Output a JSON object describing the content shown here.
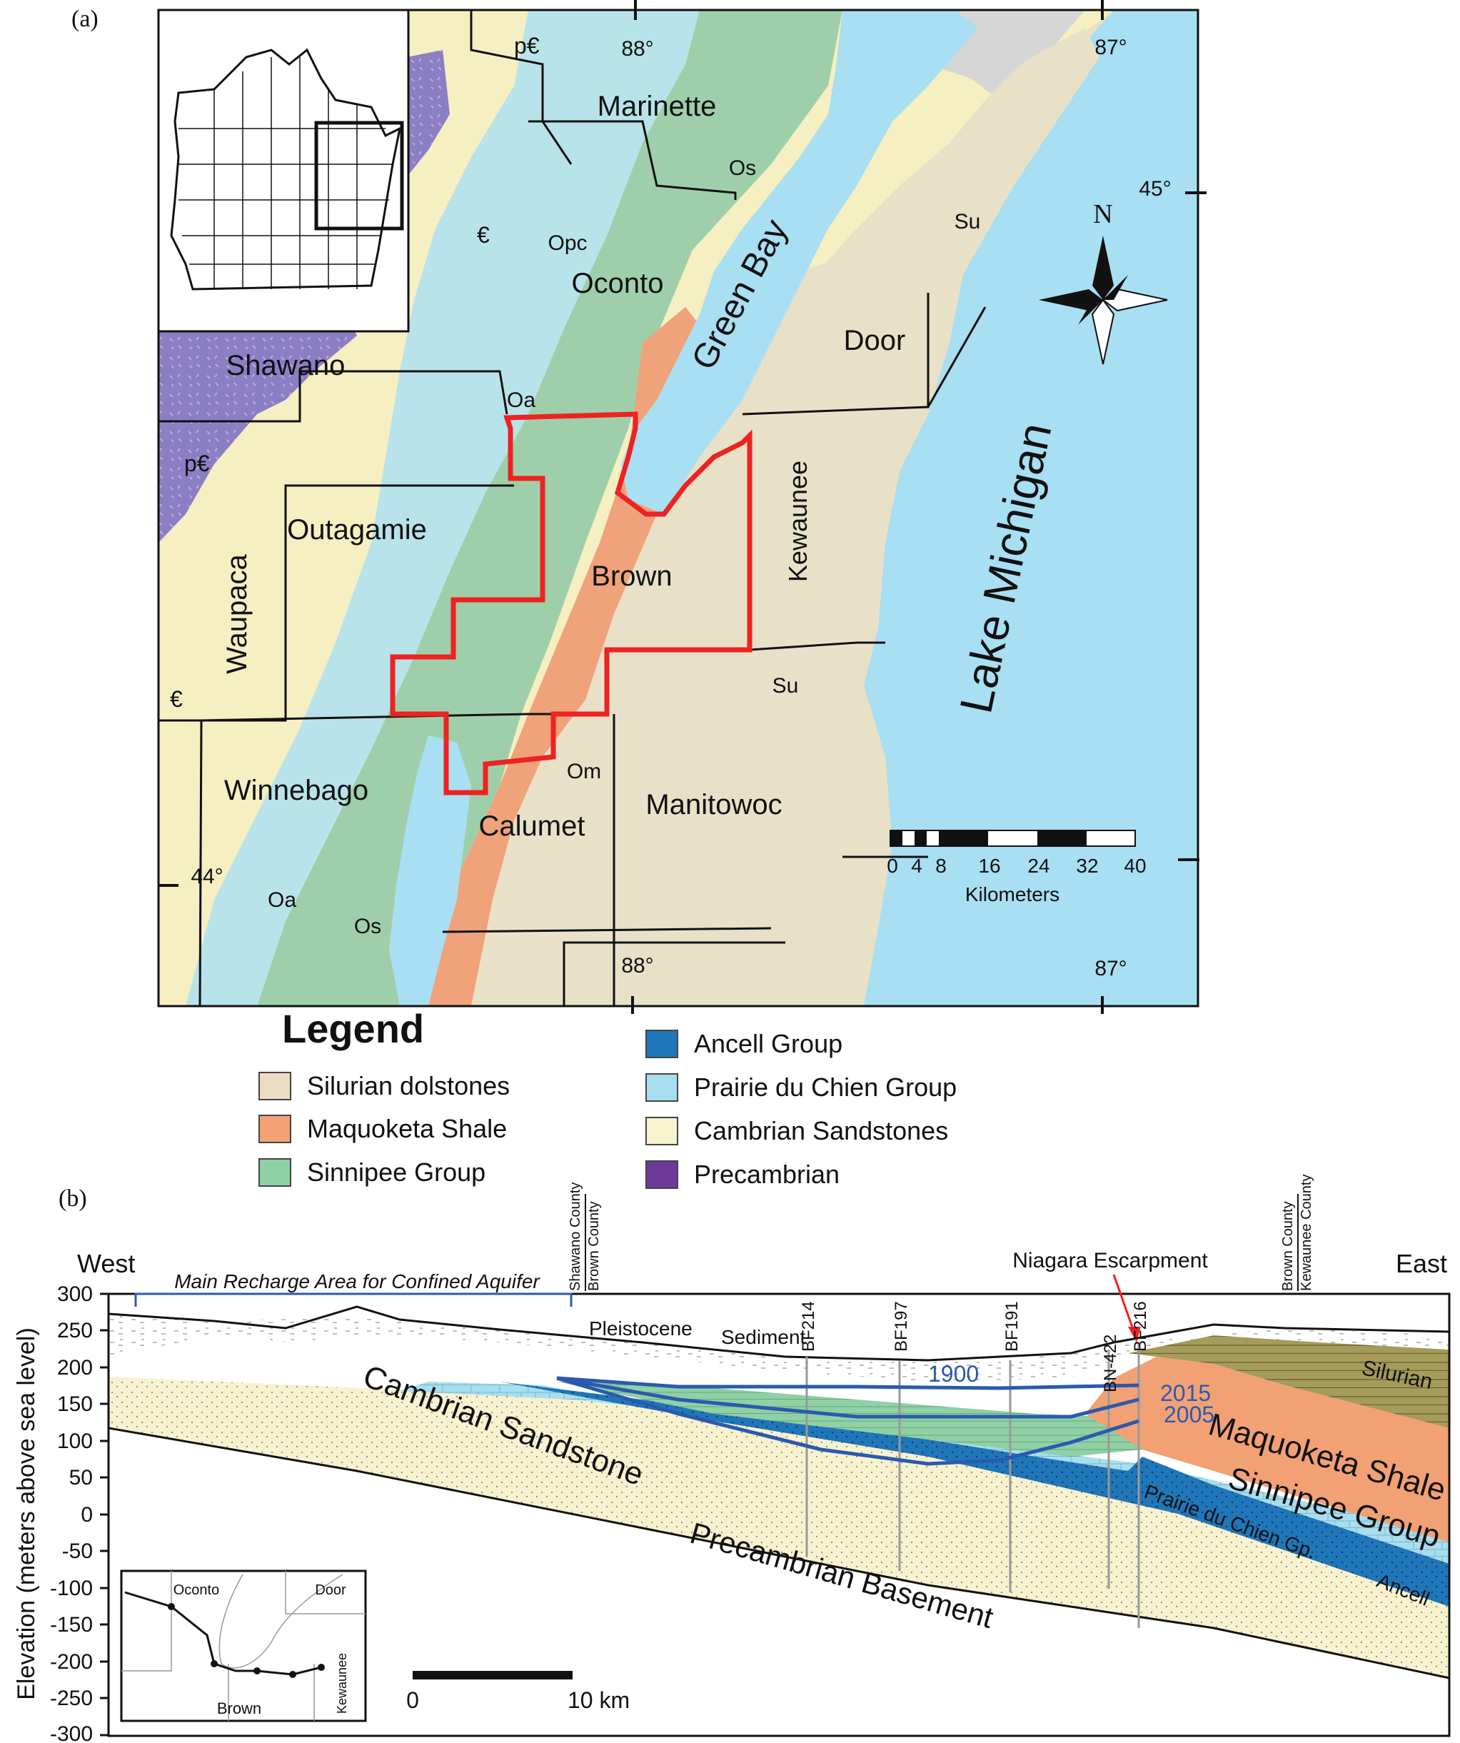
{
  "panel_a_label": "(a)",
  "panel_b_label": "(b)",
  "map": {
    "counties": {
      "marinette": "Marinette",
      "oconto": "Oconto",
      "shawano": "Shawano",
      "outagamie": "Outagamie",
      "waupaca": "Waupaca",
      "brown": "Brown",
      "door": "Door",
      "kewaunee": "Kewaunee",
      "winnebago": "Winnebago",
      "calumet": "Calumet",
      "manitowoc": "Manitowoc"
    },
    "water": {
      "green_bay": "Green Bay",
      "lake_michigan": "Lake Michigan"
    },
    "units": {
      "pe_top": "p€",
      "pe_left": "p€",
      "e_mid": "€",
      "e_left": "€",
      "opc": "Opc",
      "os_top": "Os",
      "oa": "Oa",
      "su_door": "Su",
      "su_south": "Su",
      "om": "Om",
      "oa_bottom": "Oa",
      "os_bottom": "Os"
    },
    "graticule": {
      "lon88_top": "88°",
      "lon87_top": "87°",
      "lat45": "45°",
      "lat44": "44°",
      "lon88_bottom": "88°",
      "lon87_bottom": "87°"
    },
    "north": "N",
    "scalebar": {
      "ticks": [
        "0",
        "4",
        "8",
        "16",
        "24",
        "32",
        "40"
      ],
      "unit": "Kilometers"
    },
    "colors": {
      "silurian": "#e8e1c8",
      "maquoketa": "#f0a27a",
      "sinnipee": "#9fcfaa",
      "prairie": "#b9e3ea",
      "cambrian": "#f6efc2",
      "precambrian": "#8a7ec4",
      "water": "#a8dff2",
      "study_area": "#ee2222"
    }
  },
  "legend": {
    "title": "Legend",
    "items": [
      {
        "label": "Silurian dolstones",
        "color": "#ecdcc4"
      },
      {
        "label": "Maquoketa Shale",
        "color": "#f2a174"
      },
      {
        "label": "Sinnipee Group",
        "color": "#8fd0a4"
      },
      {
        "label": "Ancell Group",
        "color": "#1f76b8"
      },
      {
        "label": "Prairie du Chien Group",
        "color": "#a7dff0"
      },
      {
        "label": "Cambrian Sandstones",
        "color": "#f8f2cf"
      },
      {
        "label": "Precambrian",
        "color": "#6d3a9c"
      }
    ]
  },
  "section": {
    "west": "West",
    "east": "East",
    "recharge_label": "Main Recharge Area for Confined Aquifer",
    "county_left_top": "Shawano County",
    "county_left_bottom": "Brown County",
    "county_right_top": "Brown County",
    "county_right_bottom": "Kewaunee County",
    "niagara": "Niagara Escarpment",
    "pleistocene": "Pleistocene",
    "sediment": "Sediment",
    "wells": [
      "BF214",
      "BF197",
      "BF191",
      "BN-422",
      "BF216"
    ],
    "years": {
      "y1900": "1900",
      "y2015": "2015",
      "y2005": "2005"
    },
    "units": {
      "cambrian": "Cambrian Sandstone",
      "precambrian": "Precambrian Basement",
      "silurian": "Silurian",
      "maquoketa": "Maquoketa Shale",
      "sinnipee": "Sinnipee Group",
      "prairie": "Prairie du Chien Gp.",
      "ancell": "Ancell"
    },
    "ylabel": "Elevation  (meters above sea level)",
    "yticks": [
      "300",
      "250",
      "200",
      "150",
      "100",
      "50",
      "0",
      "-50",
      "-100",
      "-150",
      "-200",
      "-250",
      "-300"
    ],
    "inset_labels": {
      "oconto": "Oconto",
      "door": "Door",
      "brown": "Brown",
      "kewaunee": "Kewaunee"
    },
    "scale": {
      "zero": "0",
      "ten": "10  km"
    },
    "head_line_color": "#2a5ab0"
  }
}
